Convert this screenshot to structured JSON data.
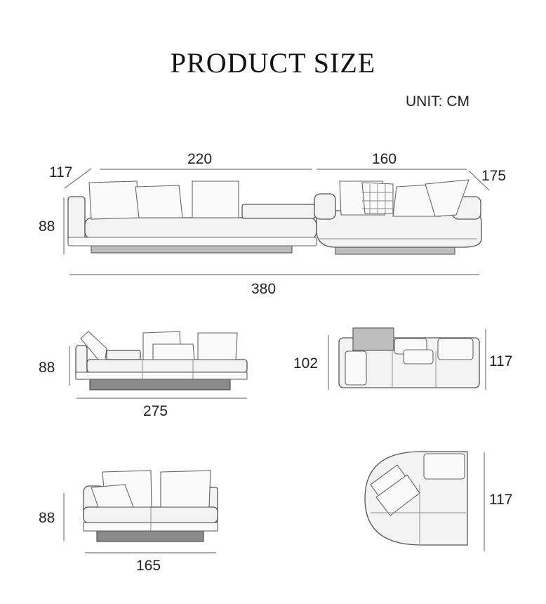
{
  "title": "PRODUCT SIZE",
  "unit": "UNIT: CM",
  "front_view": {
    "dim_depth_left": "117",
    "dim_width_left": "220",
    "dim_width_right": "160",
    "dim_depth_right": "175",
    "dim_height": "88",
    "dim_total_width": "380"
  },
  "module_a": {
    "dim_height": "88",
    "dim_width": "275",
    "plan_depth_left": "102",
    "plan_depth_right": "117"
  },
  "module_b": {
    "dim_height": "88",
    "dim_width": "165",
    "plan_depth": "117"
  }
}
